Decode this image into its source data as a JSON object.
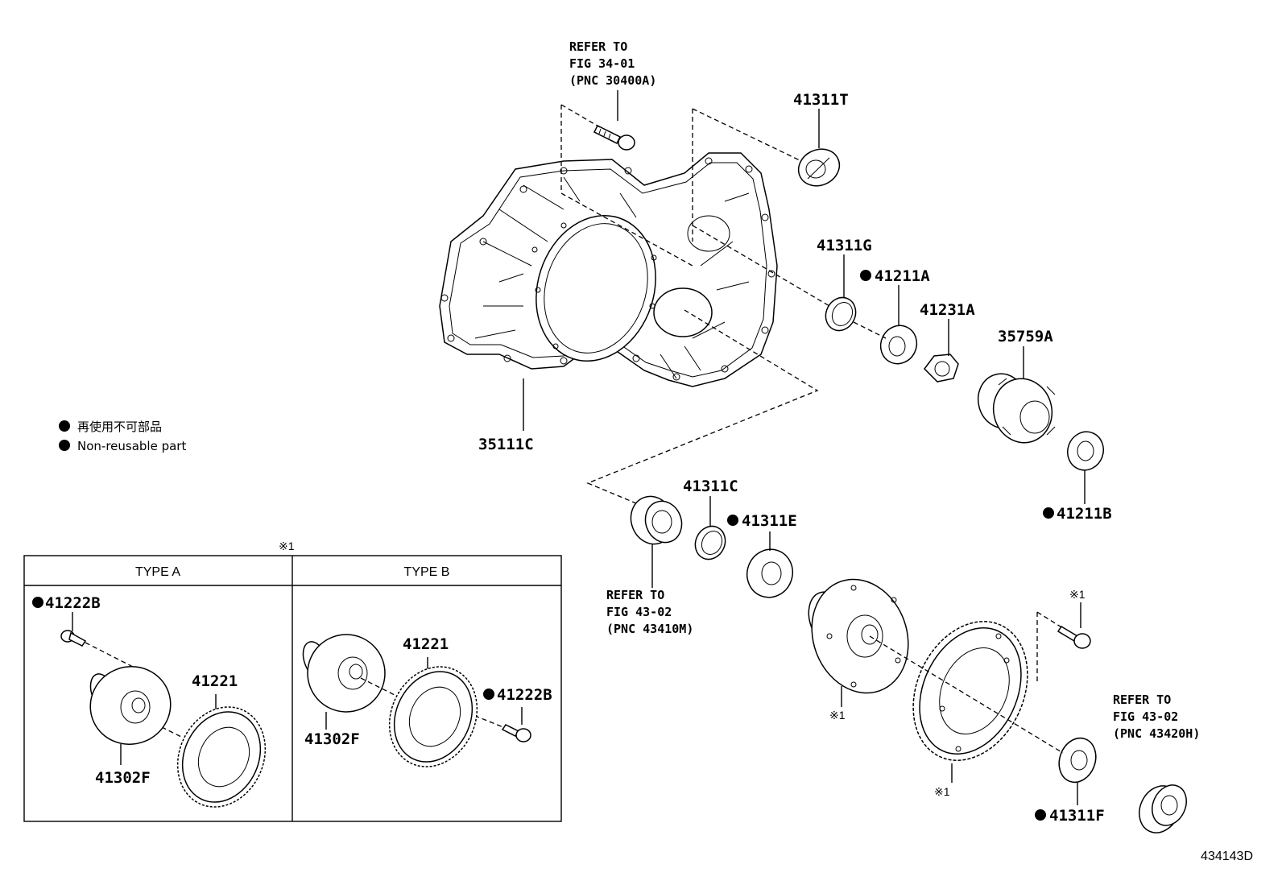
{
  "figure_id": "434143D",
  "legend": {
    "japanese": "再使用不可部品",
    "english": "Non-reusable part"
  },
  "type_box": {
    "marker": "※1",
    "type_a": "TYPE A",
    "type_b": "TYPE B"
  },
  "references": {
    "housing_bolt": [
      "REFER TO",
      "FIG 34-01",
      "(PNC 30400A)"
    ],
    "left_bearing": [
      "REFER TO",
      "FIG 43-02",
      "(PNC 43410M)"
    ],
    "right_bearing": [
      "REFER TO",
      "FIG 43-02",
      "(PNC 43420H)"
    ]
  },
  "parts": {
    "p41311T": "41311T",
    "p41311G": "41311G",
    "p41211A": "41211A",
    "p41231A": "41231A",
    "p35759A": "35759A",
    "p41211B": "41211B",
    "p35111C": "35111C",
    "p41311C": "41311C",
    "p41311E": "41311E",
    "p41311F": "41311F",
    "mark_case": "※1",
    "mark_gear": "※1",
    "mark_bolt": "※1",
    "a_41222B": "41222B",
    "a_41221": "41221",
    "a_41302F": "41302F",
    "b_41221": "41221",
    "b_41222B": "41222B",
    "b_41302F": "41302F"
  }
}
